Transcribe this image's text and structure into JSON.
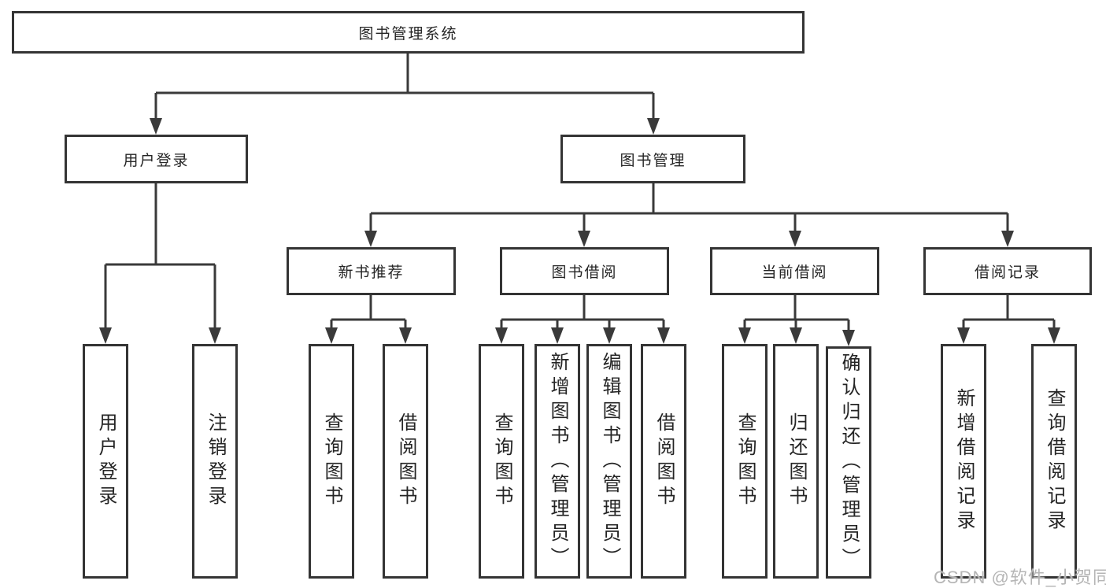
{
  "colors": {
    "background": "#ffffff",
    "line": "#3a3a3a",
    "box_border": "#343434",
    "text": "#252525",
    "watermark": "#b5b5b5"
  },
  "watermark": {
    "text": "CSDN @软件_小贺同学"
  },
  "tree": {
    "root": {
      "label": "图书管理系统"
    },
    "branches": [
      {
        "label": "用户登录",
        "children": [
          {
            "label": "用户登录"
          },
          {
            "label": "注销登录"
          }
        ]
      },
      {
        "label": "图书管理",
        "groups": [
          {
            "label": "新书推荐",
            "children": [
              {
                "label": "查询图书"
              },
              {
                "label": "借阅图书"
              }
            ]
          },
          {
            "label": "图书借阅",
            "children": [
              {
                "label": "查询图书"
              },
              {
                "label": "新增图书（管理员）"
              },
              {
                "label": "编辑图书（管理员）"
              },
              {
                "label": "借阅图书"
              }
            ]
          },
          {
            "label": "当前借阅",
            "children": [
              {
                "label": "查询图书"
              },
              {
                "label": "归还图书"
              },
              {
                "label": "确认归还（管理员）"
              }
            ]
          },
          {
            "label": "借阅记录",
            "children": [
              {
                "label": "新增借阅记录"
              },
              {
                "label": "查询借阅记录"
              }
            ]
          }
        ]
      }
    ]
  }
}
